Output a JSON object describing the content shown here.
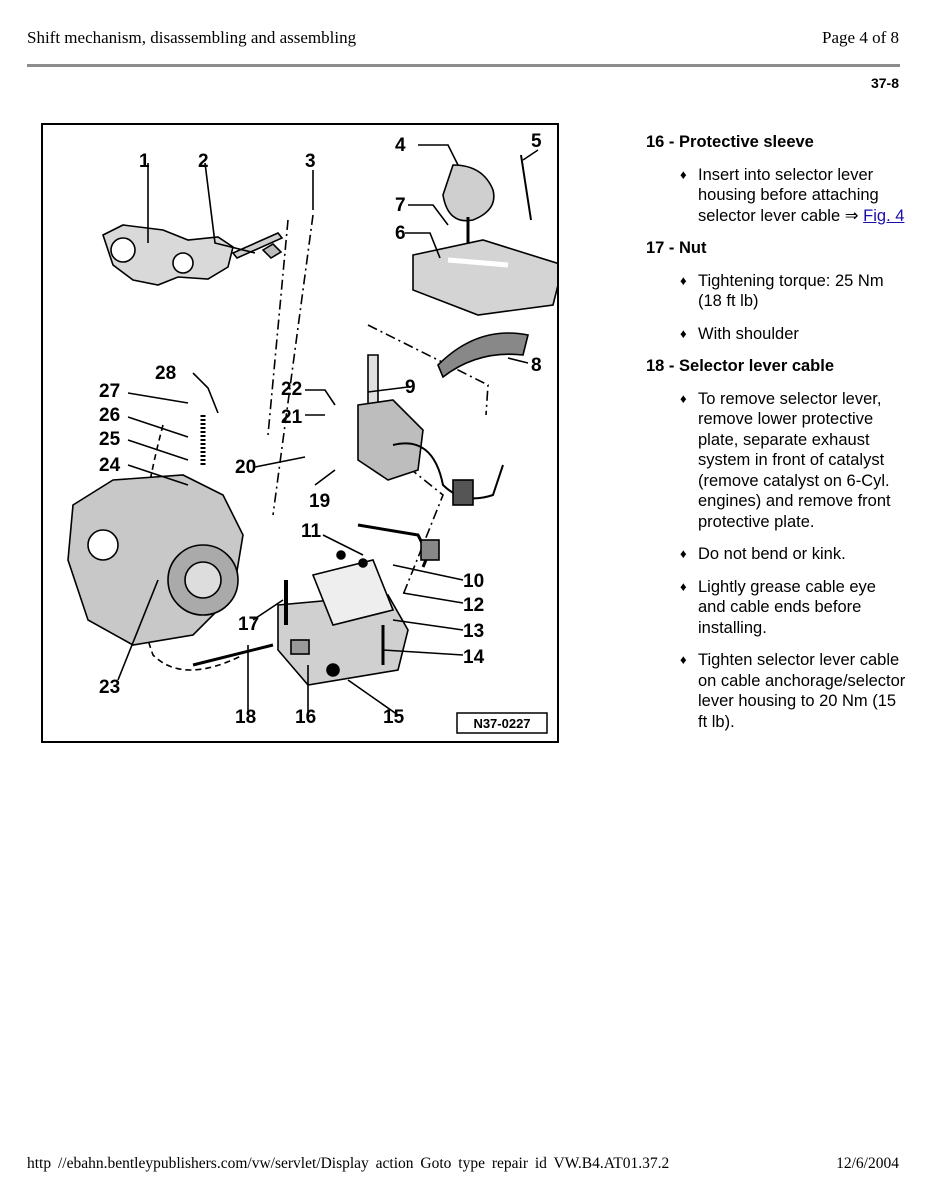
{
  "header": {
    "title": "Shift mechanism, disassembling and assembling",
    "page": "Page 4 of 8",
    "section": "37-8"
  },
  "figure": {
    "id_tag": "N37-0227",
    "callouts": [
      "1",
      "2",
      "3",
      "4",
      "5",
      "6",
      "7",
      "8",
      "9",
      "10",
      "11",
      "12",
      "13",
      "14",
      "15",
      "16",
      "17",
      "18",
      "19",
      "20",
      "21",
      "22",
      "23",
      "24",
      "25",
      "26",
      "27",
      "28"
    ]
  },
  "legend": [
    {
      "title": "16 - Protective sleeve",
      "bullets": [
        {
          "text": "Insert into selector lever housing before attaching selector lever cable ⇒ ",
          "link": "Fig. 4"
        }
      ]
    },
    {
      "title": "17 - Nut",
      "bullets": [
        {
          "text": "Tightening torque: 25 Nm (18 ft lb)"
        },
        {
          "text": "With shoulder"
        }
      ]
    },
    {
      "title": "18 - Selector lever cable",
      "bullets": [
        {
          "text": "To remove selector lever, remove lower protective plate, separate exhaust system in front of catalyst (remove catalyst on 6-Cyl. engines) and remove front protective plate."
        },
        {
          "text": "Do not bend or kink."
        },
        {
          "text": "Lightly grease cable eye and cable ends before installing."
        },
        {
          "text": "Tighten selector lever cable on cable anchorage/selector lever housing to 20 Nm (15 ft lb)."
        }
      ]
    }
  ],
  "footer": {
    "url": "http //ebahn.bentleypublishers.com/vw/servlet/Display action Goto type repair id VW.B4.AT01.37.2",
    "date": "12/6/2004"
  },
  "colors": {
    "rule": "#8c8c8c",
    "link": "#1a0dab"
  }
}
